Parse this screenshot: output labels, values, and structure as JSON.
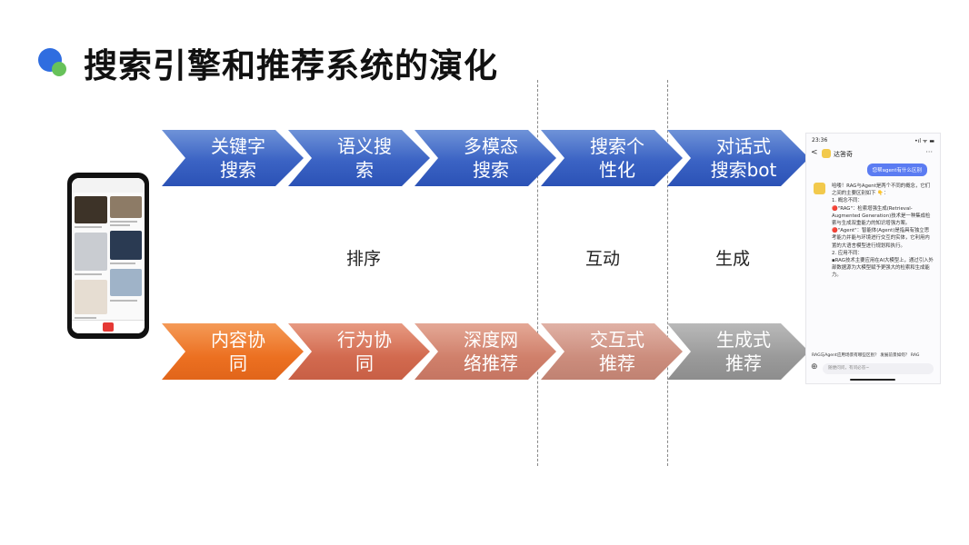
{
  "title": "搜索引擎和推荐系统的演化",
  "colors": {
    "blue": "#3b63c4",
    "orange": "#ec7021",
    "gray": "#9a9a9a",
    "title_dot": "#2f6de0",
    "title_dot_accent": "#67c25a"
  },
  "search_row": [
    {
      "line1": "关键字",
      "line2": "搜索"
    },
    {
      "line1": "语义搜",
      "line2": "索"
    },
    {
      "line1": "多模态",
      "line2": "搜索"
    },
    {
      "line1": "搜索个",
      "line2": "性化"
    },
    {
      "line1": "对话式",
      "line2": "搜索bot"
    }
  ],
  "recommend_row": [
    {
      "line1": "内容协",
      "line2": "同"
    },
    {
      "line1": "行为协",
      "line2": "同"
    },
    {
      "line1": "深度网",
      "line2": "络推荐"
    },
    {
      "line1": "交互式",
      "line2": "推荐"
    },
    {
      "line1": "生成式",
      "line2": "推荐"
    }
  ],
  "stage_labels": {
    "ranking": "排序",
    "interaction": "互动",
    "generation": "生成"
  },
  "chat_screenshot": {
    "time": "23:36",
    "status": "•ıl ᯤ ▬",
    "back": "<",
    "name": "达答奇",
    "more": "···",
    "question": "您帮agent有什么区别",
    "answer": "哈喽！RAG与Agent是两个不同的概念，它们之间的主要区别如下 👇：\n1. 概念不同：\n🔴\"RAG\"：检索增强生成(Retrieval-Augmented Generation)技术是一种集成检索与生成双重能力的知识增强方案。\n🔴\"Agent\"：智能体(Agent)是指具有独立思考能力并能与环境进行交互的实体，它利用内置的大语言模型进行规划和执行。\n2. 应用不同：\n▪RAG技术主要应用在AI大模型上，通过引入外部数据源为大模型赋予更强大的检索和生成能力。",
    "suggestion": "RAG与Agent应用场景有哪些区别？   发展前景如何？ RAG",
    "input_placeholder": "随便问问，有问必答~",
    "plus": "⊕"
  }
}
